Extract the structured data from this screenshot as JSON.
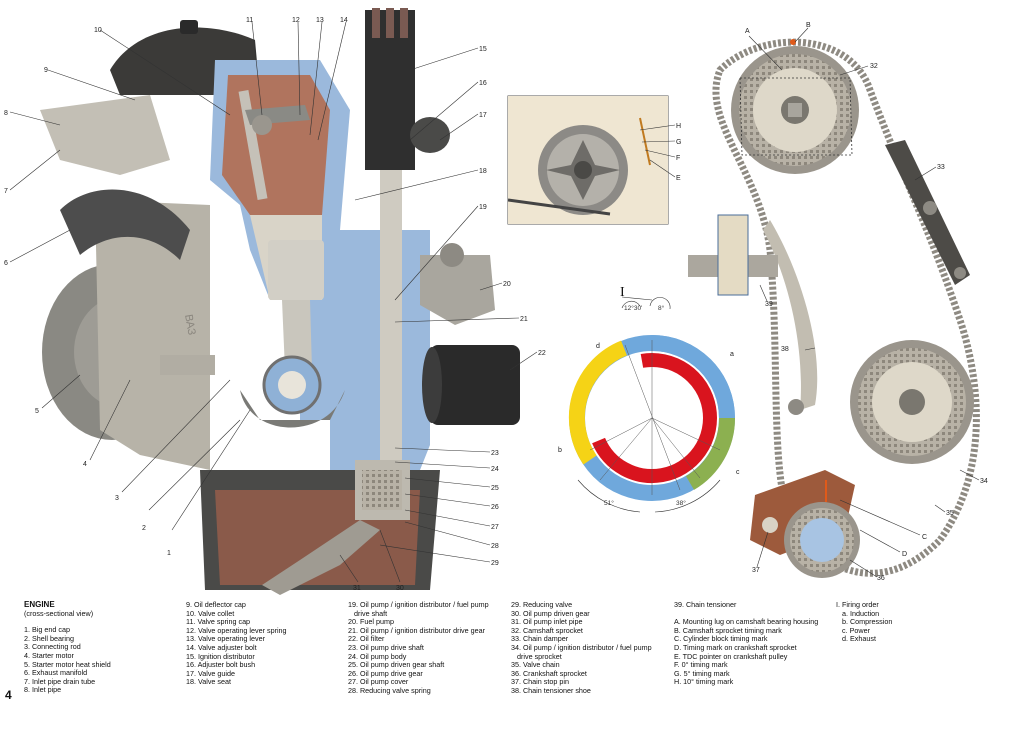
{
  "figure": {
    "title": "ENGINE",
    "subtitle": "(cross-sectional view)",
    "page_number": "4",
    "roman_label": "I"
  },
  "callouts": [
    "1",
    "2",
    "3",
    "4",
    "5",
    "6",
    "7",
    "8",
    "9",
    "10",
    "11",
    "12",
    "13",
    "14",
    "15",
    "16",
    "17",
    "18",
    "19",
    "20",
    "21",
    "22",
    "23",
    "24",
    "25",
    "26",
    "27",
    "28",
    "29",
    "30",
    "31",
    "32",
    "33",
    "34",
    "35",
    "36",
    "37",
    "38",
    "39",
    "A",
    "B",
    "C",
    "D",
    "E",
    "F",
    "G",
    "H"
  ],
  "timing_diagram": {
    "phases": [
      {
        "letter": "a",
        "name": "Induction",
        "color": "#6fa8dc"
      },
      {
        "letter": "b",
        "name": "Compression",
        "color": "#f5d316"
      },
      {
        "letter": "c",
        "name": "Power",
        "color": "#d9141e"
      },
      {
        "letter": "d",
        "name": "Exhaust",
        "color": "#8cb050"
      }
    ],
    "angles": {
      "a1": "12°30'",
      "a2": "8°",
      "a3": "51°",
      "a4": "38°"
    }
  },
  "legend": {
    "col1": [
      "1. Big end cap",
      "2. Shell bearing",
      "3. Connecting rod",
      "4. Starter motor",
      "5. Starter motor heat shield",
      "6. Exhaust manifold",
      "7. Inlet pipe drain tube",
      "8. Inlet pipe"
    ],
    "col2": [
      "9. Oil deflector cap",
      "10. Valve collet",
      "11. Valve spring cap",
      "12. Valve operating lever spring",
      "13. Valve operating lever",
      "14. Valve adjuster bolt",
      "15. Ignition distributor",
      "16. Adjuster bolt bush",
      "17. Valve guide",
      "18. Valve seat"
    ],
    "col3": [
      "19. Oil pump / ignition distributor / fuel pump",
      "drive shaft",
      "20. Fuel pump",
      "21. Oil pump / ignition distributor drive gear",
      "22. Oil filter",
      "23. Oil pump drive shaft",
      "24. Oil pump body",
      "25. Oil pump driven gear shaft",
      "26. Oil pump drive gear",
      "27. Oil pump cover",
      "28. Reducing valve spring"
    ],
    "col4": [
      "29. Reducing valve",
      "30. Oil pump driven gear",
      "31. Oil pump inlet pipe",
      "32. Camshaft sprocket",
      "33. Chain damper",
      "34. Oil pump / ignition distributor / fuel pump",
      "drive sprocket",
      "35. Valve chain",
      "36. Crankshaft sprocket",
      "37. Chain stop pin",
      "38. Chain tensioner shoe"
    ],
    "col5": [
      "39. Chain tensioner",
      "",
      "A. Mounting lug on camshaft bearing housing",
      "B. Camshaft sprocket timing mark",
      "C. Cylinder block timing mark",
      "D. Timing mark on crankshaft sprocket",
      "E. TDC pointer on crankshaft pulley",
      "F. 0° timing mark",
      "G. 5° timing mark",
      "H. 10° timing mark"
    ],
    "col6": [
      "I. Firing order",
      "a. Induction",
      "b. Compression",
      "c. Power",
      "d. Exhaust"
    ]
  }
}
